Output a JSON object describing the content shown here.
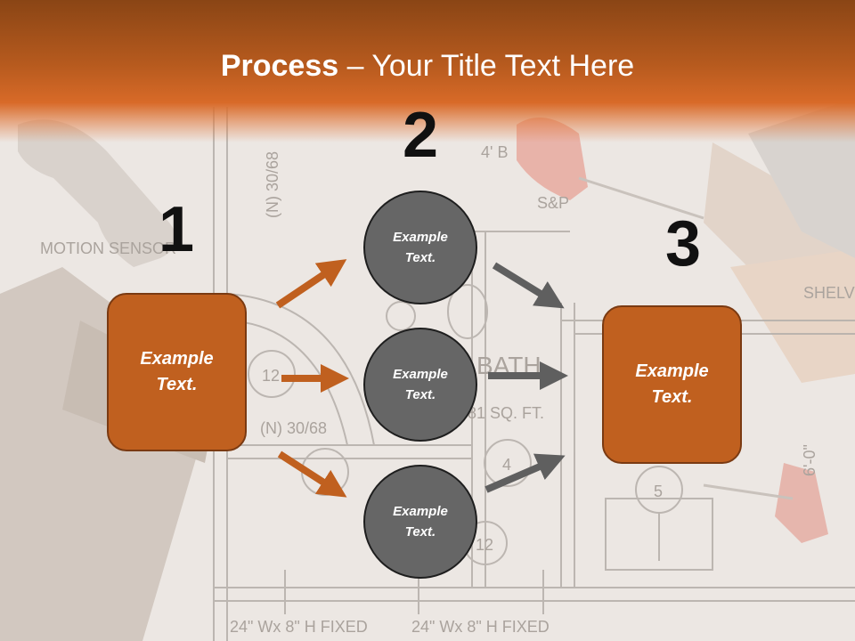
{
  "title": {
    "bold": "Process",
    "rest": " – Your Title Text Here"
  },
  "steps": {
    "one": "1",
    "two": "2",
    "three": "3"
  },
  "left_box": {
    "line1": "Example",
    "line2": "Text."
  },
  "right_box": {
    "line1": "Example",
    "line2": "Text."
  },
  "circles": [
    {
      "line1": "Example",
      "line2": "Text."
    },
    {
      "line1": "Example",
      "line2": "Text."
    },
    {
      "line1": "Example",
      "line2": "Text."
    }
  ],
  "background": {
    "labels": [
      "MOTION SENSOR",
      "(N) 30/68",
      "(N) 30/68",
      "S&P",
      "4' B",
      "BATH",
      "81 SQ. FT.",
      "SHELVE",
      "12",
      "4",
      "5",
      "12",
      "6'-0\"",
      "24\" Wx 8\" H FIXED",
      "24\" Wx 8\" H FIXED"
    ]
  },
  "colors": {
    "accent": "#c0601f",
    "circle": "#666666",
    "arrow_orange": "#c0601f",
    "arrow_gray": "#5f5f5f",
    "header": "#b65a1e"
  }
}
